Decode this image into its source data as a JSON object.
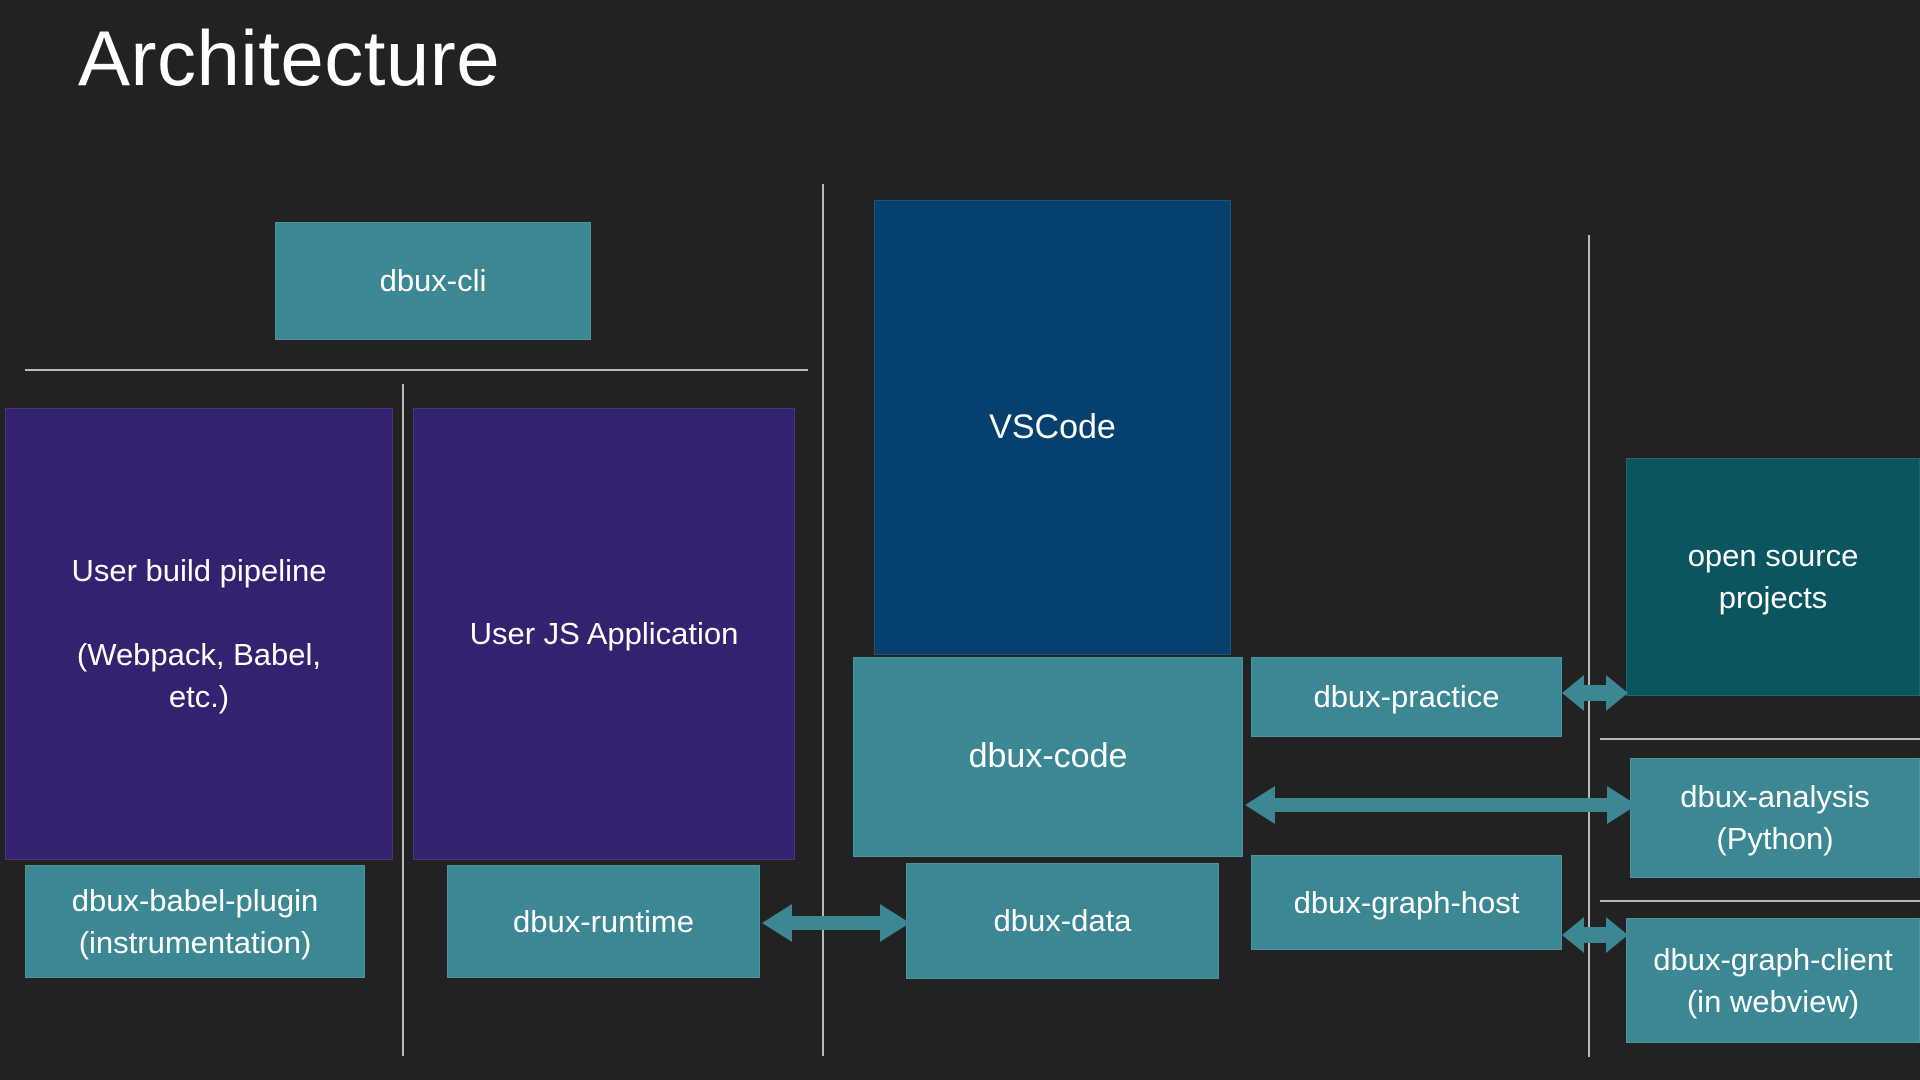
{
  "slide": {
    "title": "Architecture",
    "background_color": "#222222",
    "palette": {
      "teal": "#3c8794",
      "dark_teal": "#0a5560",
      "purple": "#34216f",
      "navy": "#06406e",
      "line": "#b9b9b9",
      "text": "#ffffff"
    }
  },
  "boxes": {
    "dbux_cli": {
      "label": "dbux-cli"
    },
    "user_build_pipeline": {
      "label": "User build pipeline\n\n(Webpack, Babel,\netc.)"
    },
    "user_js_application": {
      "label": "User JS Application"
    },
    "dbux_babel_plugin": {
      "label": "dbux-babel-plugin\n(instrumentation)"
    },
    "dbux_runtime": {
      "label": "dbux-runtime"
    },
    "vscode": {
      "label": "VSCode"
    },
    "dbux_code": {
      "label": "dbux-code"
    },
    "dbux_data": {
      "label": "dbux-data"
    },
    "dbux_practice": {
      "label": "dbux-practice"
    },
    "dbux_graph_host": {
      "label": "dbux-graph-host"
    },
    "open_source_projects": {
      "label": "open source\nprojects"
    },
    "dbux_analysis": {
      "label": "dbux-analysis\n(Python)"
    },
    "dbux_graph_client": {
      "label": "dbux-graph-client\n(in webview)"
    }
  },
  "connections": [
    {
      "name": "runtime-to-data",
      "style": "double-arrow",
      "direction": "horizontal"
    },
    {
      "name": "practice-to-open-source",
      "style": "double-arrow",
      "direction": "horizontal"
    },
    {
      "name": "code-to-analysis",
      "style": "double-arrow",
      "direction": "horizontal"
    },
    {
      "name": "graph-host-to-graph-client",
      "style": "double-arrow",
      "direction": "horizontal"
    }
  ],
  "dividers": [
    {
      "name": "left-column-split",
      "orientation": "vertical"
    },
    {
      "name": "cli-separator",
      "orientation": "horizontal"
    },
    {
      "name": "left-right-boundary",
      "orientation": "vertical"
    },
    {
      "name": "right-boundary",
      "orientation": "vertical"
    },
    {
      "name": "open-source-analysis-separator",
      "orientation": "horizontal"
    },
    {
      "name": "analysis-client-separator",
      "orientation": "horizontal"
    }
  ]
}
